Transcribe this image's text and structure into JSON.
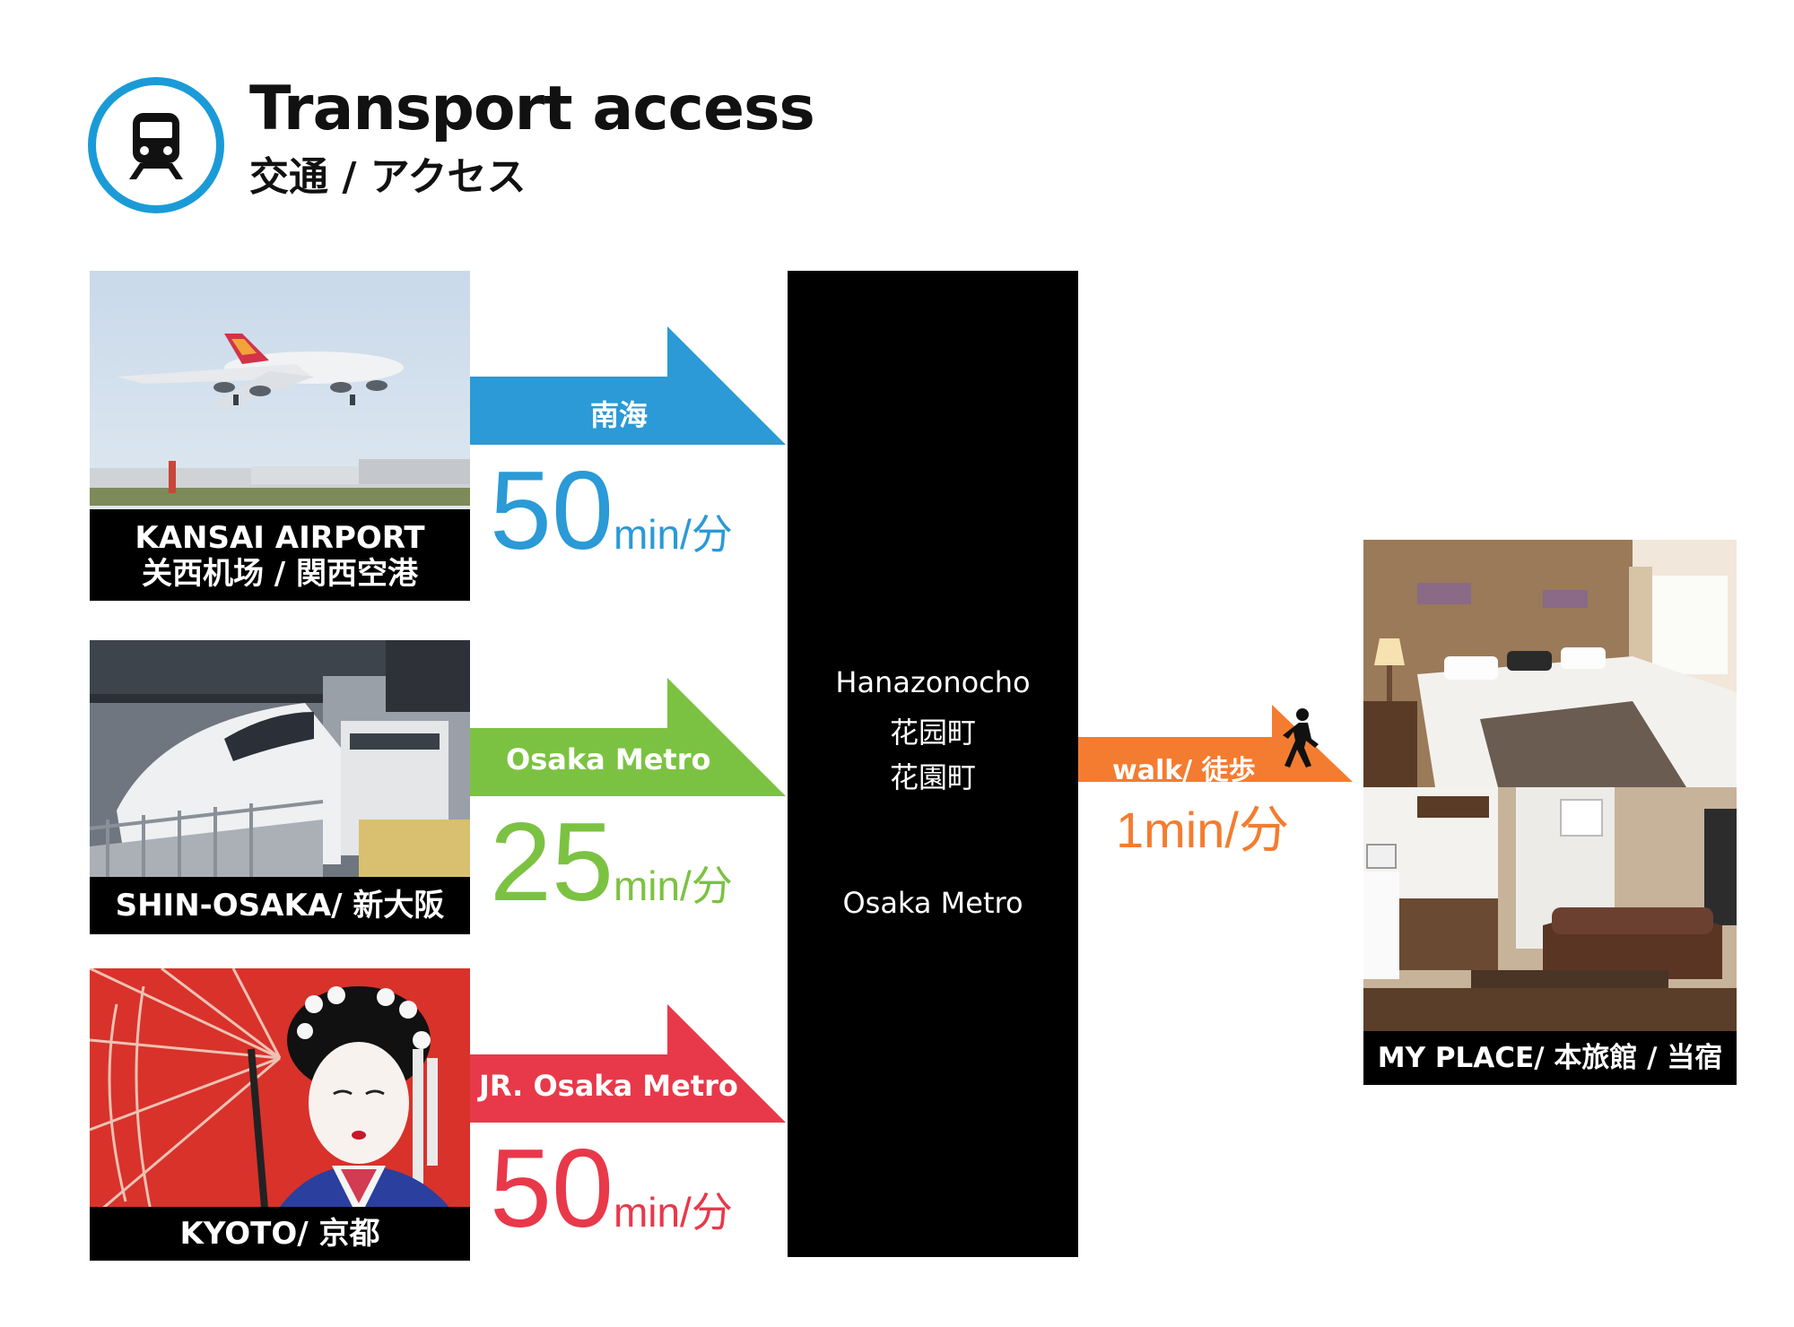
{
  "header": {
    "title": "Transport access",
    "subtitle": "交通 / アクセス",
    "icon": "train-icon",
    "accent_color": "#1a9bd7"
  },
  "routes": [
    {
      "place_line1": "KANSAI AIRPORT",
      "place_line2": "关西机场 / 関西空港",
      "line_name": "南海",
      "duration": "50",
      "unit": "min/分",
      "color": "#2b9ad6",
      "photo_icon": "airplane-photo"
    },
    {
      "place_line1": "SHIN-OSAKA/ 新大阪",
      "line_name": "Osaka Metro",
      "duration": "25",
      "unit": "min/分",
      "color": "#7cc242",
      "photo_icon": "bullet-train-photo"
    },
    {
      "place_line1": "KYOTO/ 京都",
      "line_name": "JR. Osaka Metro",
      "duration": "50",
      "unit": "min/分",
      "color": "#e8394a",
      "photo_icon": "geisha-photo"
    }
  ],
  "station": {
    "name_en": "Hanazonocho",
    "name_zh": "花园町",
    "name_ja": "花園町",
    "operator": "Osaka Metro"
  },
  "walk": {
    "label": "walk/ 徒歩",
    "duration": "1min/分",
    "color": "#f47c30",
    "icon": "walking-person-icon"
  },
  "destination": {
    "caption": "MY PLACE/ 本旅館 / 当宿",
    "photo_icon": "hotel-room-photo"
  }
}
